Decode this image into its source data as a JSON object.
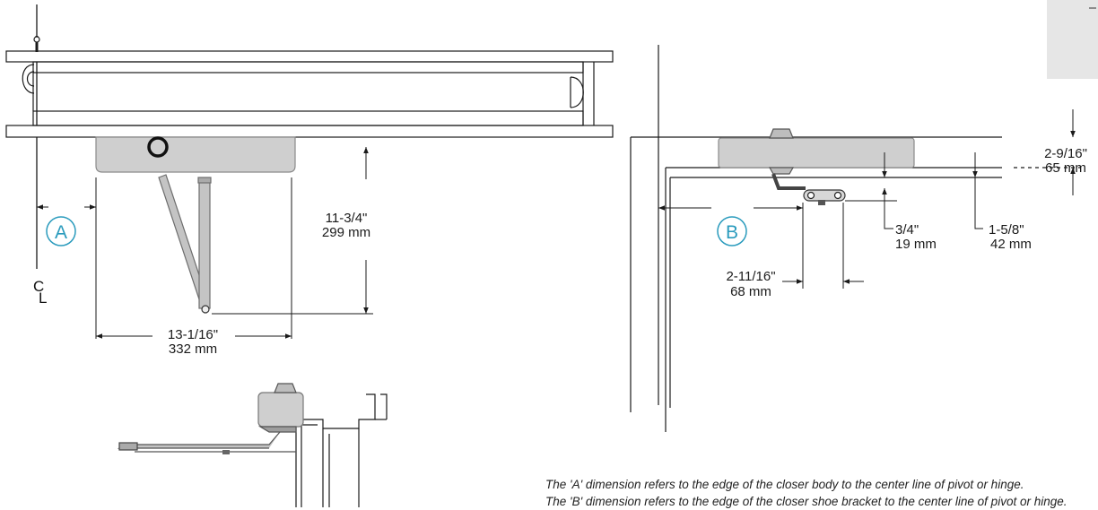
{
  "callouts": {
    "a": "A",
    "b": "B"
  },
  "centerline": {
    "c": "C",
    "l": "L"
  },
  "view_a": {
    "height": {
      "imperial": "11-3/4\"",
      "metric": "299 mm"
    },
    "width": {
      "imperial": "13-1/16\"",
      "metric": "332 mm"
    }
  },
  "view_b": {
    "body_height": {
      "imperial": "2-9/16\"",
      "metric": "65 mm"
    },
    "bracket_drop": {
      "imperial": "3/4\"",
      "metric": "19 mm"
    },
    "shoe_offset": {
      "imperial": "1-5/8\"",
      "metric": "42 mm"
    },
    "shoe_width": {
      "imperial": "2-11/16\"",
      "metric": "68 mm"
    }
  },
  "notes": [
    "The 'A' dimension refers to the edge of the closer body to the center line of pivot or hinge.",
    "The 'B' dimension refers to the edge of the closer shoe bracket to the center line of pivot or hinge."
  ],
  "colors": {
    "accent": "#2a9bbd",
    "closer_body": "#c8c8c8",
    "line": "#1a1a1a"
  }
}
